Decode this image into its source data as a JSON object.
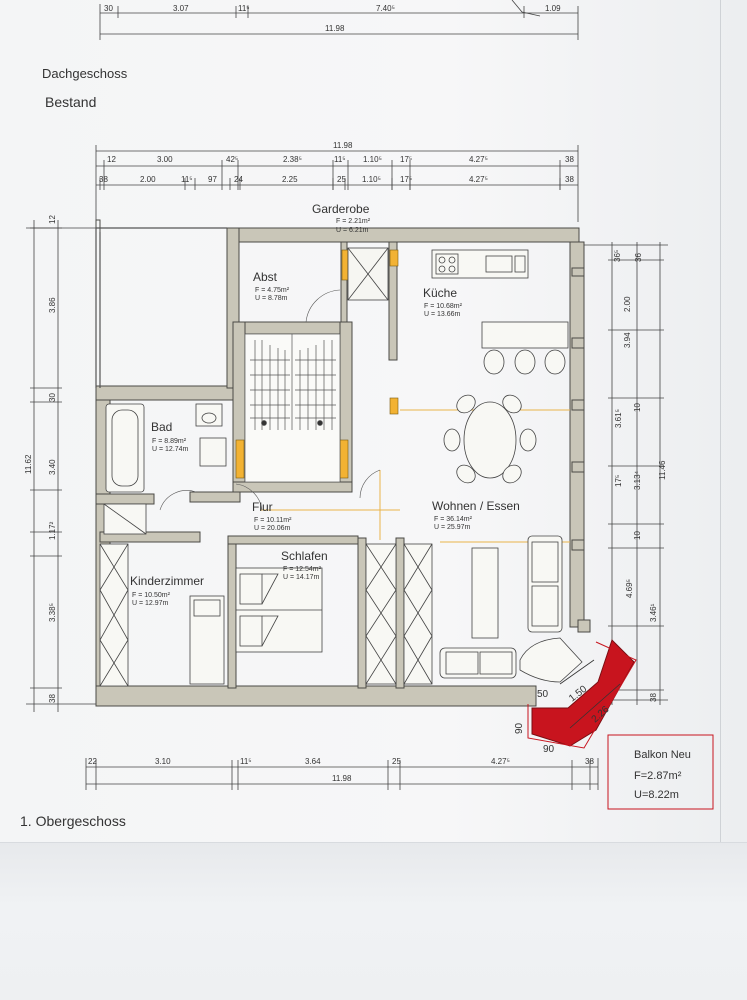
{
  "headings": {
    "top_floor": "Dachgeschoss",
    "existing": "Bestand",
    "floor": "1. Obergeschoss"
  },
  "top_strip": {
    "row1": [
      "30",
      "3.07",
      "11⁵",
      "7.40⁵",
      "1.09"
    ],
    "row2": "11.98"
  },
  "top_dims": {
    "overall": "11.98",
    "row1": [
      "12",
      "3.00",
      "42⁵",
      "2.38⁵",
      "11⁵",
      "1.10⁵",
      "17⁵",
      "4.27⁵",
      "38"
    ],
    "row2": [
      "38",
      "2.00",
      "11⁵",
      "97",
      "24",
      "2.25",
      "25",
      "1.10⁵",
      "17⁵",
      "4.27⁵",
      "38"
    ]
  },
  "left_dims": [
    "12",
    "3.86",
    "30",
    "3.40",
    "1.17²",
    "3.38⁵",
    "38"
  ],
  "left_overall": "11.62",
  "right_dims": [
    "36⁵",
    "36",
    "2.00",
    "3.94",
    "3.61⁵",
    "10",
    "17⁵",
    "3.13⁴",
    "10",
    "4.69⁵",
    "3.46¹",
    "38"
  ],
  "right_overall": "11.46",
  "bottom_dims": {
    "row": [
      "22",
      "3.10",
      "11⁵",
      "3.64",
      "25",
      "4.27⁵",
      "38"
    ],
    "overall": "11.98"
  },
  "rooms": {
    "garderobe": {
      "name": "Garderobe",
      "f": "F =  2.21m²",
      "u": "U =  6.21m"
    },
    "abst": {
      "name": "Abst",
      "f": "F =  4.75m²",
      "u": "U =  8.78m"
    },
    "kueche": {
      "name": "Küche",
      "f": "F =  10.68m²",
      "u": "U =  13.66m"
    },
    "bad": {
      "name": "Bad",
      "f": "F =  8.89m²",
      "u": "U =  12.74m"
    },
    "flur": {
      "name": "Flur",
      "f": "F =  10.11m²",
      "u": "U =  20.06m"
    },
    "wohnen": {
      "name": "Wohnen / Essen",
      "f": "F =  36.14m²",
      "u": "U =  25.97m"
    },
    "schlafen": {
      "name": "Schlafen",
      "f": "F =  12.54m²",
      "u": "U =  14.17m"
    },
    "kinder": {
      "name": "Kinderzimmer",
      "f": "F =  10.50m²",
      "u": "U =  12.97m"
    }
  },
  "balcony": {
    "dim_top": "1.50",
    "dim_diag": "2.26",
    "dim_left": "50",
    "dim_side": "90",
    "dim_bottom": "90",
    "title": "Balkon  Neu",
    "area": "F=2.87m²",
    "perimeter": "U=8.22m",
    "color": "#c8141e"
  },
  "colors": {
    "wall": "#c9c6b8",
    "wall_edge": "#4a4a46",
    "accent_yellow": "#f2b233"
  }
}
